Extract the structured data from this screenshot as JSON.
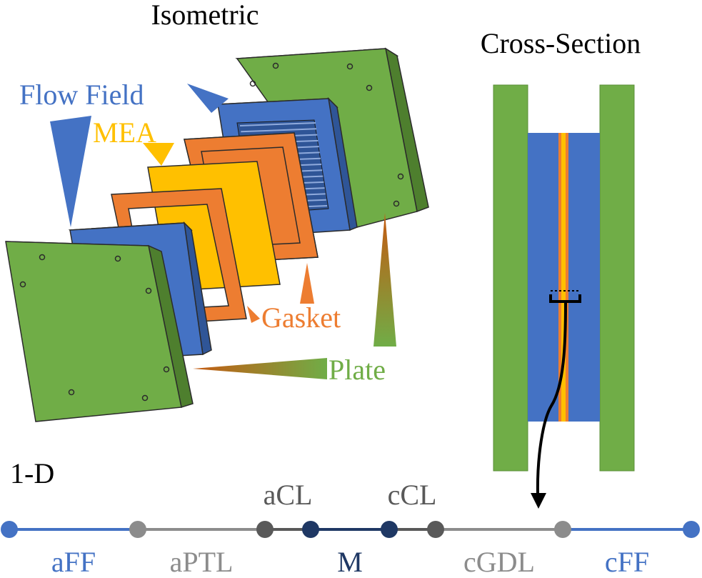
{
  "titles": {
    "isometric": "Isometric",
    "cross_section": "Cross-Section",
    "one_d": "1-D"
  },
  "labels": {
    "flow_field": "Flow Field",
    "mea": "MEA",
    "gasket": "Gasket",
    "plate": "Plate"
  },
  "one_d": {
    "top_labels": {
      "acl": "aCL",
      "ccl": "cCL"
    },
    "regions": {
      "aff": "aFF",
      "aptl": "aPTL",
      "m": "M",
      "cgdl": "cGDL",
      "cff": "cFF"
    }
  },
  "colors": {
    "plate": "#70ad47",
    "flow_field": "#4472c4",
    "mea": "#ffc000",
    "gasket": "#ed7d31",
    "membrane_dark": "#1f3864",
    "gray": "#8c8c8c",
    "dark_gray": "#595959"
  }
}
